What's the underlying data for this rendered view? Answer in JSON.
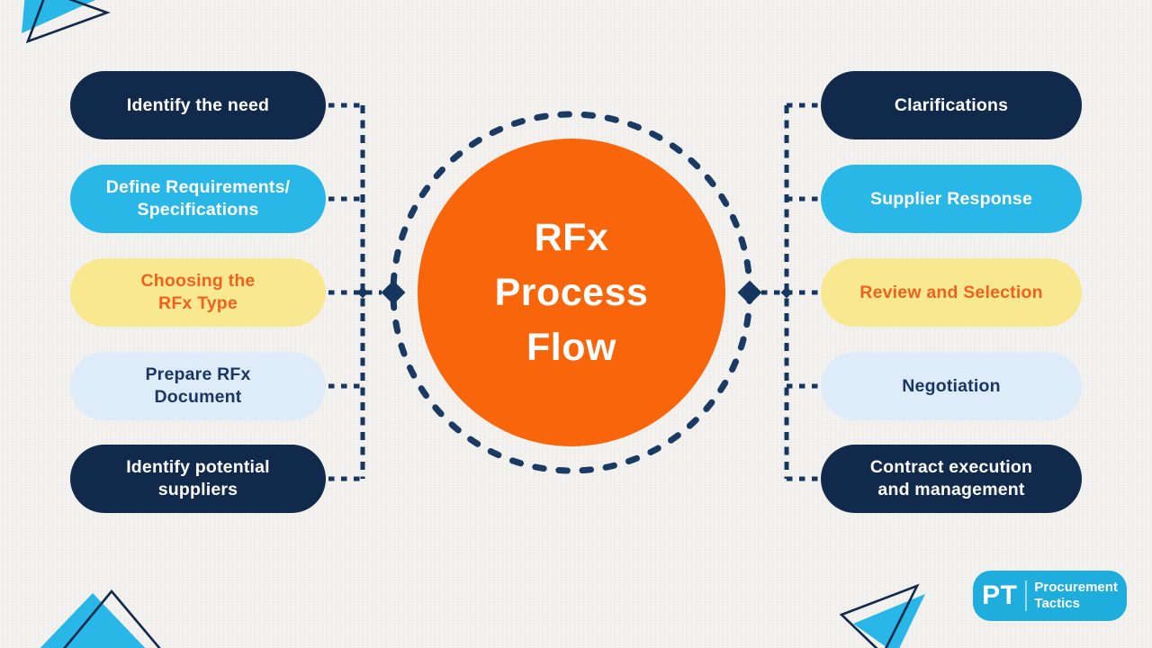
{
  "title": "RFx Process Flow",
  "center": {
    "label": "RFx\nProcess\nFlow"
  },
  "left_steps": [
    {
      "label": "Identify the need",
      "style": "navy"
    },
    {
      "label": "Define Requirements/\nSpecifications",
      "style": "cyan"
    },
    {
      "label": "Choosing the\nRFx Type",
      "style": "yellow"
    },
    {
      "label": "Prepare RFx\nDocument",
      "style": "lightblue"
    },
    {
      "label": "Identify potential\nsuppliers",
      "style": "navy"
    }
  ],
  "right_steps": [
    {
      "label": "Clarifications",
      "style": "navy"
    },
    {
      "label": "Supplier Response",
      "style": "cyan"
    },
    {
      "label": "Review and Selection",
      "style": "yellow"
    },
    {
      "label": "Negotiation",
      "style": "lightblue"
    },
    {
      "label": "Contract execution\nand management",
      "style": "navy"
    }
  ],
  "logo": {
    "abbr": "PT",
    "line1": "Procurement",
    "line2": "Tactics"
  },
  "colors": {
    "background": "#f2f1ee",
    "navy_pill": "#11294a",
    "cyan_pill": "#29b7e8",
    "yellow_pill": "#f8e990",
    "lightblue_pill": "#ddecf8",
    "orange_circle": "#f8650a",
    "orange_text": "#f0611f",
    "connector_navy": "#14365f",
    "ring_navy": "#1a3a63",
    "navy_text": "#1c3664",
    "logo_cyan": "#1fadde"
  }
}
